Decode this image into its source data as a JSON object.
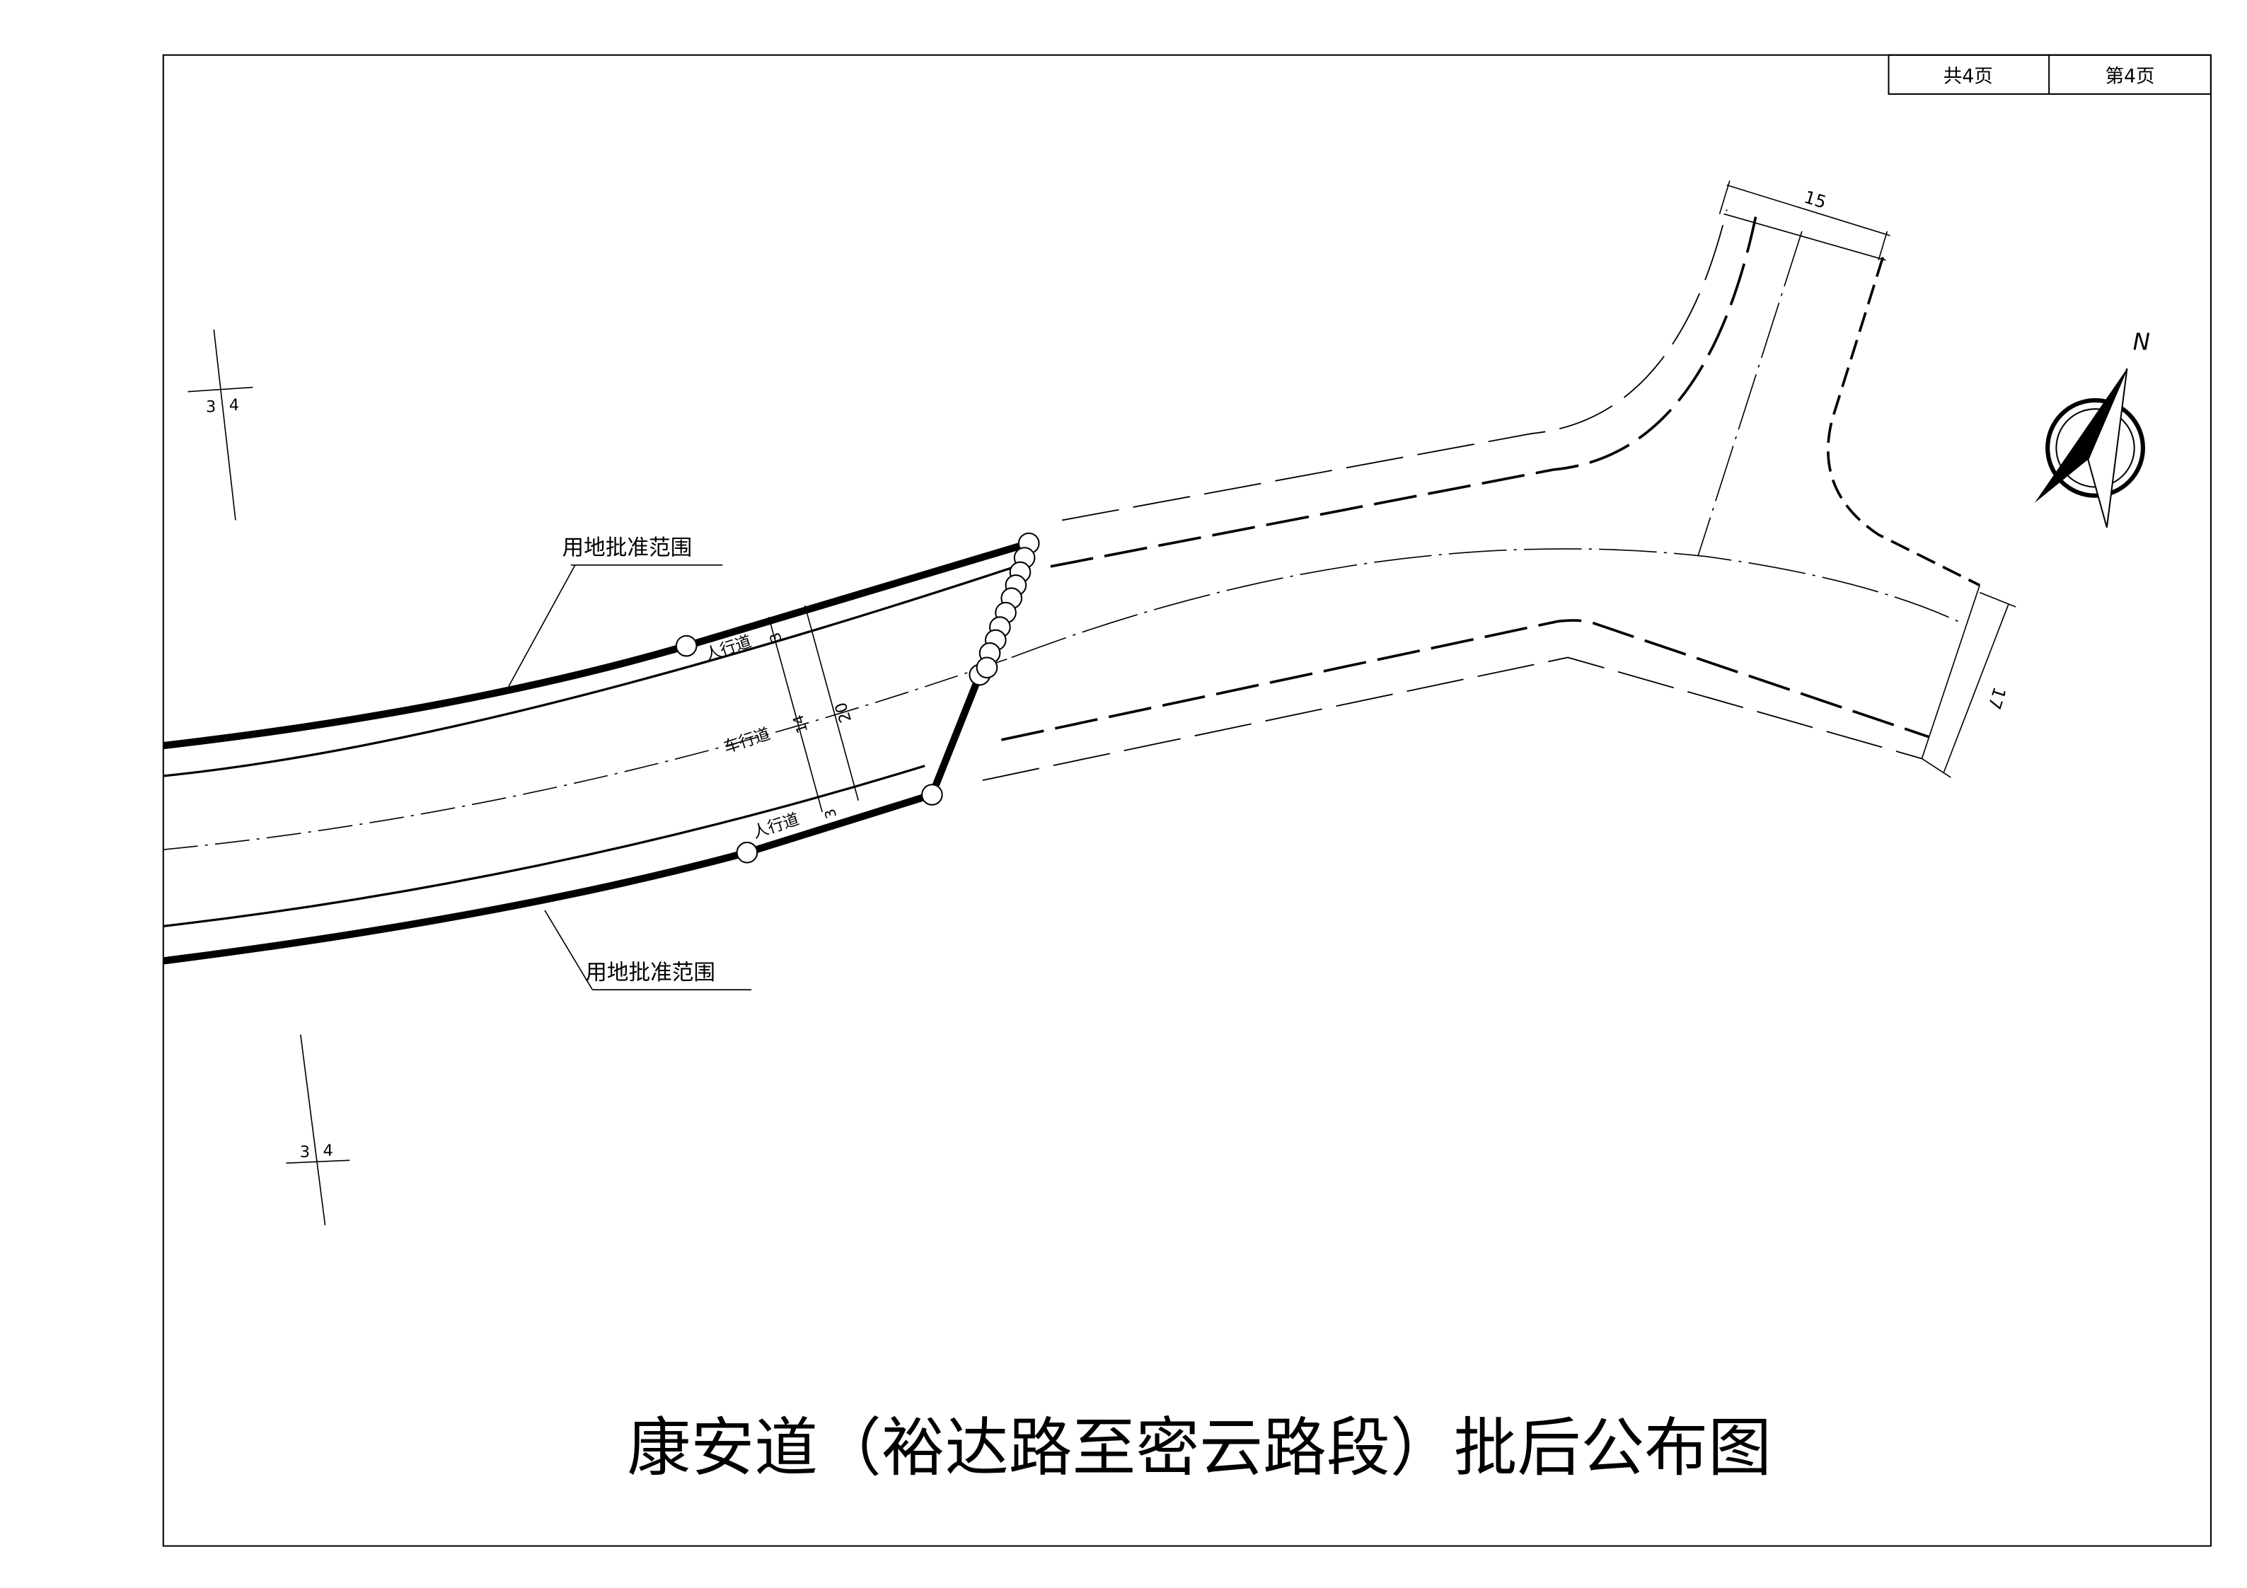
{
  "sheet": {
    "total_pages": "共4页",
    "page_no": "第4页"
  },
  "title": "康安道（裕达路至密云路段）批后公布图",
  "labels": {
    "approved_scope_top": "用地批准范围",
    "approved_scope_bottom": "用地批准范围",
    "sidewalk_top": "人行道",
    "carriageway": "车行道",
    "sidewalk_bottom": "人行道"
  },
  "dimensions": {
    "sidewalk_top_width": "3",
    "carriageway_width": "14",
    "total_width": "20",
    "sidewalk_bottom_width": "3",
    "branch_width": "15",
    "end_width": "17"
  },
  "grid_marks": [
    {
      "left": "3",
      "right": "4"
    },
    {
      "left": "3",
      "right": "4"
    }
  ],
  "north": {
    "label": "N"
  }
}
